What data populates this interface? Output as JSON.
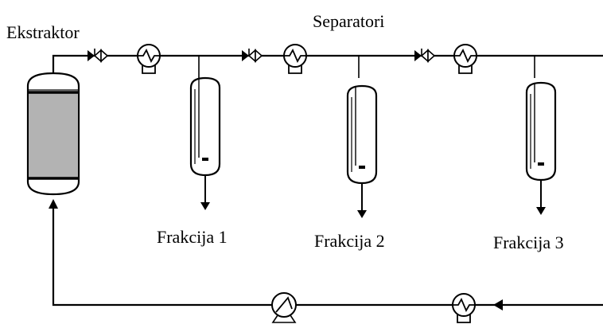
{
  "labels": {
    "extractor": "Ekstraktor",
    "separators": "Separatori",
    "fraction1": "Frakcija 1",
    "fraction2": "Frakcija 2",
    "fraction3": "Frakcija 3"
  },
  "colors": {
    "line": "#000000",
    "extractor_fill": "#b3b3b3"
  }
}
